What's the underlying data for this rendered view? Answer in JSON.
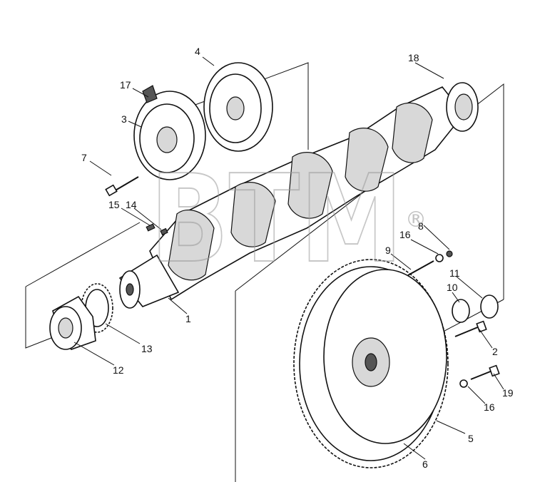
{
  "watermark": {
    "text": "BTM",
    "mark": "®"
  },
  "callouts": [
    {
      "id": "c1",
      "label": "1"
    },
    {
      "id": "c2",
      "label": "2"
    },
    {
      "id": "c3",
      "label": "3"
    },
    {
      "id": "c4",
      "label": "4"
    },
    {
      "id": "c5",
      "label": "5"
    },
    {
      "id": "c6",
      "label": "6"
    },
    {
      "id": "c7",
      "label": "7"
    },
    {
      "id": "c8",
      "label": "8"
    },
    {
      "id": "c9",
      "label": "9"
    },
    {
      "id": "c10",
      "label": "10"
    },
    {
      "id": "c11",
      "label": "11"
    },
    {
      "id": "c12",
      "label": "12"
    },
    {
      "id": "c13",
      "label": "13"
    },
    {
      "id": "c14",
      "label": "14"
    },
    {
      "id": "c15",
      "label": "15"
    },
    {
      "id": "c16a",
      "label": "16"
    },
    {
      "id": "c16b",
      "label": "16"
    },
    {
      "id": "c17",
      "label": "17"
    },
    {
      "id": "c18",
      "label": "18"
    },
    {
      "id": "c19",
      "label": "19"
    }
  ]
}
